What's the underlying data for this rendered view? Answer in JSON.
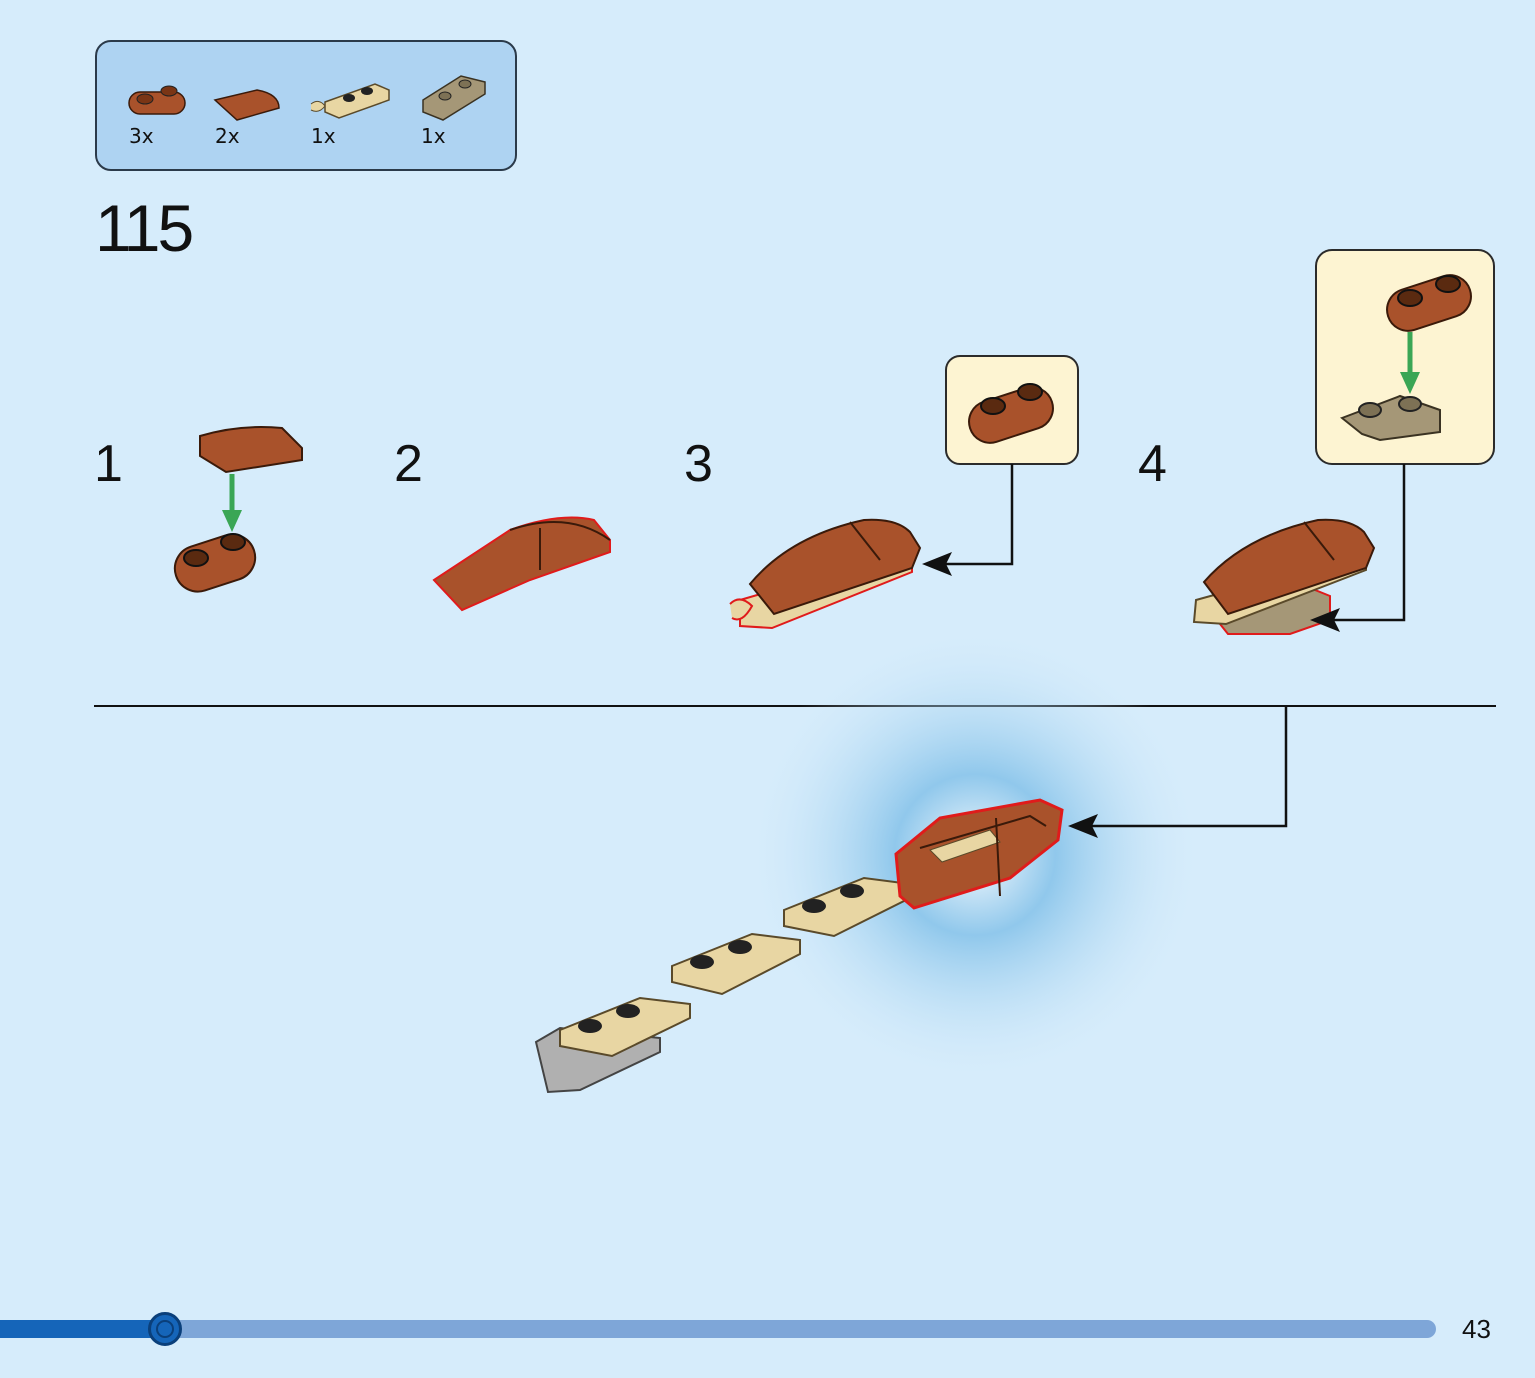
{
  "parts_list": {
    "items": [
      {
        "qty": "3x",
        "name": "brown-round-plate-1x2-icon"
      },
      {
        "qty": "2x",
        "name": "brown-curved-slope-icon"
      },
      {
        "qty": "1x",
        "name": "tan-clip-plate-icon"
      },
      {
        "qty": "1x",
        "name": "dark-tan-inverted-slope-icon"
      }
    ]
  },
  "step": {
    "number": "115"
  },
  "substeps": [
    {
      "label": "1"
    },
    {
      "label": "2"
    },
    {
      "label": "3"
    },
    {
      "label": "4"
    }
  ],
  "progress": {
    "fraction": 0.115
  },
  "page": {
    "number": "43"
  },
  "colors": {
    "background": "#d6ecfb",
    "brick_brown": "#a9522b",
    "tan": "#e8d6a3",
    "dark_tan": "#a59777",
    "highlight": "#e01b1b",
    "arrow_green": "#3aa655",
    "progress_fill": "#1565b9",
    "progress_track": "#7ea6d8"
  }
}
